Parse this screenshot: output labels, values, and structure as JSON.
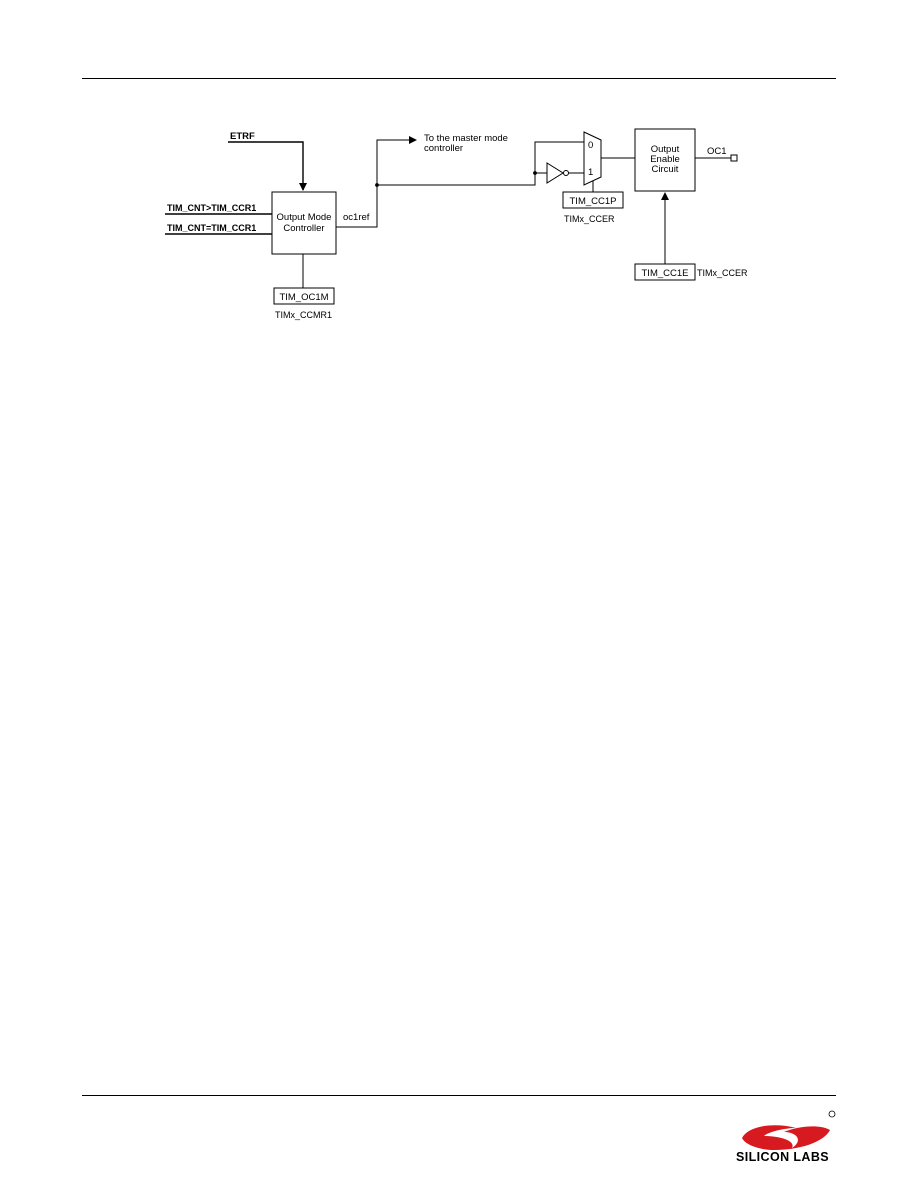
{
  "diagram": {
    "blocks": {
      "output_mode_controller": [
        "Output Mode",
        "Controller"
      ],
      "output_enable_circuit": [
        "Output",
        "Enable",
        "Circuit"
      ]
    },
    "signals": {
      "etrf": "ETRF",
      "cnt_gt_ccr1": "TIM_CNT>TIM_CCR1",
      "cnt_eq_ccr1": "TIM_CNT=TIM_CCR1",
      "oc1ref": "oc1ref",
      "master_mode": [
        "To the master mode",
        "controller"
      ],
      "oc1": "OC1"
    },
    "mux_inputs": [
      "0",
      "1"
    ],
    "registers": {
      "oc1m": {
        "field": "TIM_OC1M",
        "register": "TIMx_CCMR1"
      },
      "cc1p": {
        "field": "TIM_CC1P",
        "register": "TIMx_CCER"
      },
      "cc1e": {
        "field": "TIM_CC1E",
        "register": "TIMx_CCER"
      }
    }
  },
  "footer": {
    "logo_text": "SILICON LABS",
    "logo_color": "#d71920"
  }
}
